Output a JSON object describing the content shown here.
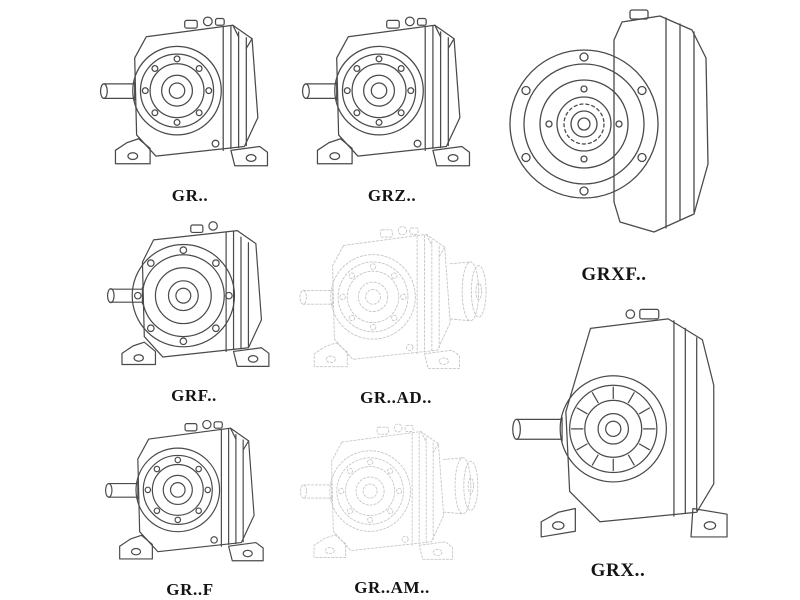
{
  "page": {
    "background_color": "#ffffff",
    "line_color": "#4a4a4a",
    "phantom_line_color": "#c6c6c6",
    "label_color": "#141414"
  },
  "products": [
    {
      "label": "GR..",
      "style": "solid",
      "view": "foot-mounted-side"
    },
    {
      "label": "GRZ..",
      "style": "solid",
      "view": "foot-mounted-side"
    },
    {
      "label": "GRXF..",
      "style": "solid",
      "view": "flange-front"
    },
    {
      "label": "GRF..",
      "style": "solid",
      "view": "flange-side"
    },
    {
      "label": "GR..AD..",
      "style": "phantom",
      "view": "adapter-side"
    },
    {
      "label": "GRX..",
      "style": "solid",
      "view": "finned-front"
    },
    {
      "label": "GR..F",
      "style": "solid",
      "view": "foot-mounted-side"
    },
    {
      "label": "GR..AM..",
      "style": "phantom",
      "view": "adapter-side"
    }
  ]
}
